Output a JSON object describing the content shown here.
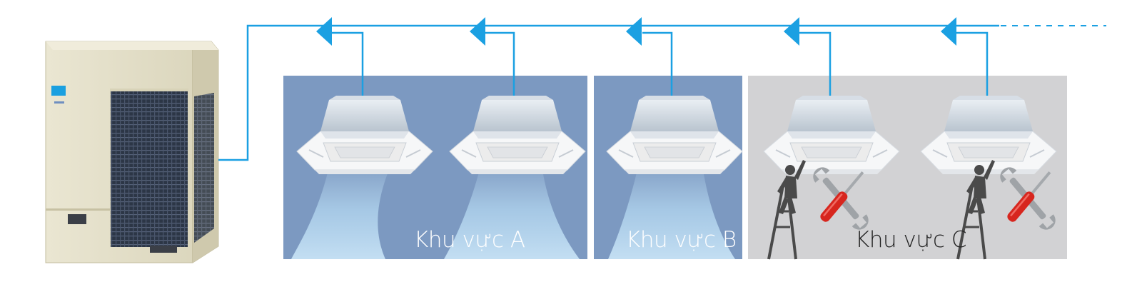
{
  "zones": [
    {
      "label": "Khu vực A"
    },
    {
      "label": "Khu vực B"
    },
    {
      "label": "Khu vực C"
    }
  ],
  "colors": {
    "pipe": "#1ba0e2",
    "zone_active": "#7c99c1",
    "zone_maintenance": "#d2d2d4",
    "airflow": "#a9d3ee",
    "outdoor_unit": "#e4dfc7",
    "fan_grille": "#2f3a4a",
    "tool_red": "#d7261e"
  },
  "icons": [
    "outdoor-unit",
    "ceiling-cassette-unit",
    "flow-arrow",
    "technician-ladder-icon",
    "wrench-screwdriver-icon"
  ]
}
